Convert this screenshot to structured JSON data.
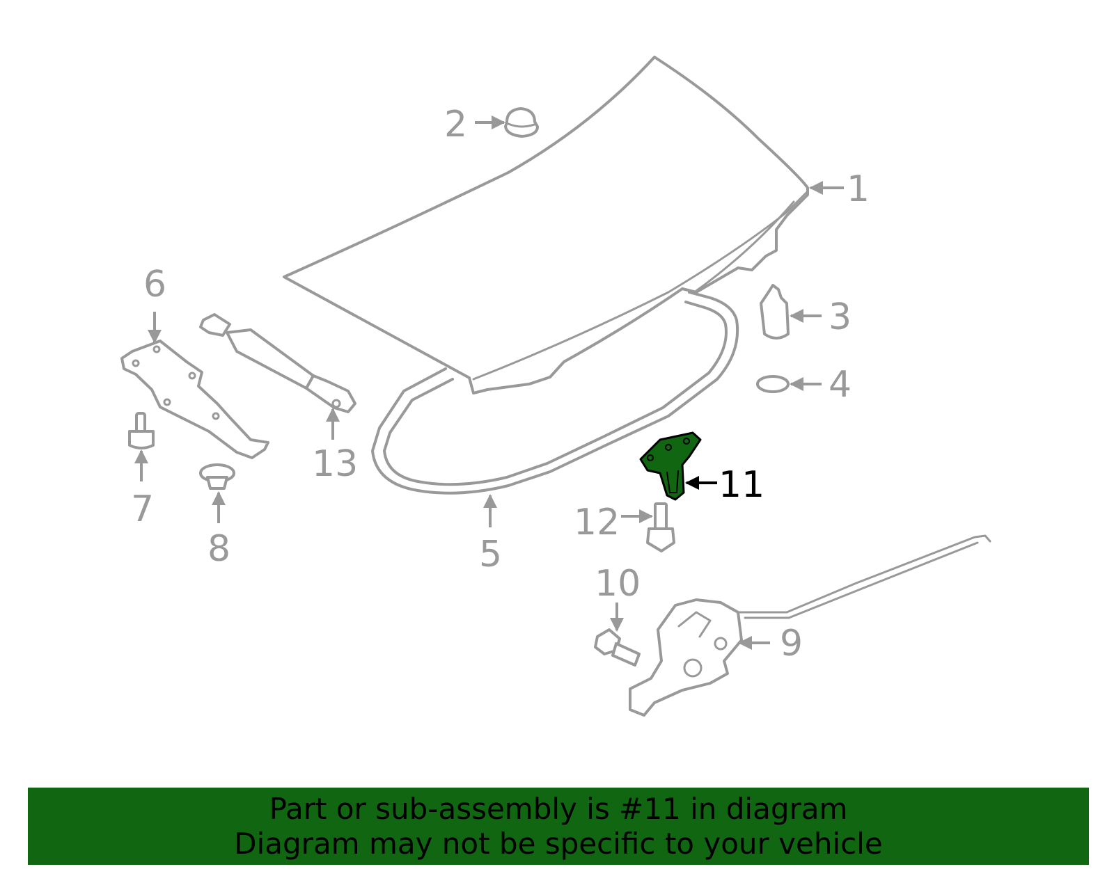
{
  "diagram": {
    "highlight_color": "#116611",
    "muted_color": "#999999",
    "callouts": [
      {
        "id": "1",
        "label": "1"
      },
      {
        "id": "2",
        "label": "2"
      },
      {
        "id": "3",
        "label": "3"
      },
      {
        "id": "4",
        "label": "4"
      },
      {
        "id": "5",
        "label": "5"
      },
      {
        "id": "6",
        "label": "6"
      },
      {
        "id": "7",
        "label": "7"
      },
      {
        "id": "8",
        "label": "8"
      },
      {
        "id": "9",
        "label": "9"
      },
      {
        "id": "10",
        "label": "10"
      },
      {
        "id": "11",
        "label": "11",
        "highlighted": true
      },
      {
        "id": "12",
        "label": "12"
      },
      {
        "id": "13",
        "label": "13"
      }
    ]
  },
  "banner": {
    "line1": "Part or sub-assembly is #11 in diagram",
    "line2": "Diagram may not be specific to your vehicle",
    "background": "#116611"
  }
}
